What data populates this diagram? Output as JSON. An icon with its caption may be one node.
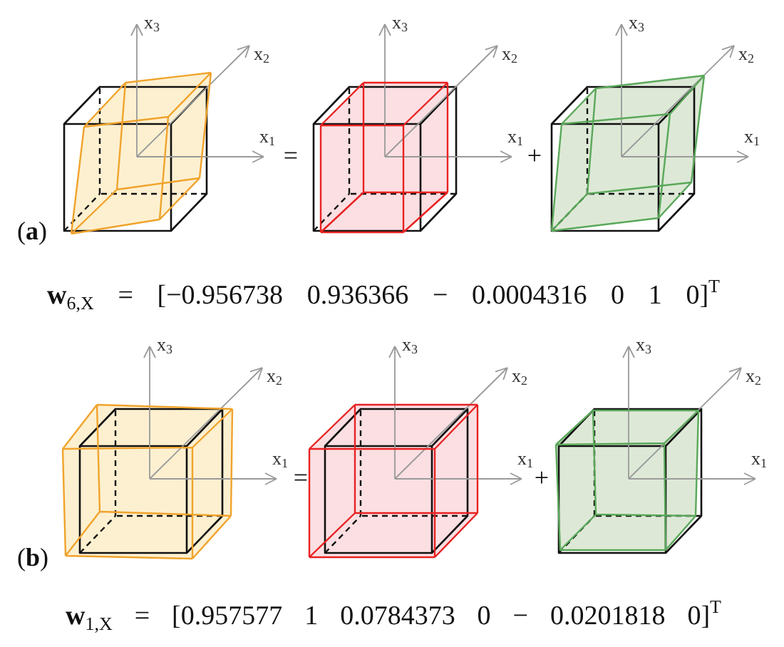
{
  "diagram": {
    "labels": [
      "x$_{3}$",
      "x$_{2}$",
      "x$_{1}$",
      "=",
      "x$_{3}$",
      "x$_{2}$",
      "x$_{1}$",
      "+",
      "x$_{3}$",
      "x$_{2}$",
      "x$_{1}$",
      "(**a**)",
      "**w**$_{6,X}$ = [−0.956738 0.936366 − 0.0004316 0 1 0]$^{T}$",
      "x$_{3}$",
      "x$_{2}$",
      "x$_{1}$",
      "=",
      "x$_{3}$",
      "x$_{2}$",
      "x$_{1}$",
      "+",
      "x$_{3}$",
      "x$_{2}$",
      "x$_{1}$",
      "(**b**)",
      "**w**$_{1,X}$ = [0.957577 1 0.0784373 0 − 0.0201818 0]$^{T}$"
    ]
  }
}
